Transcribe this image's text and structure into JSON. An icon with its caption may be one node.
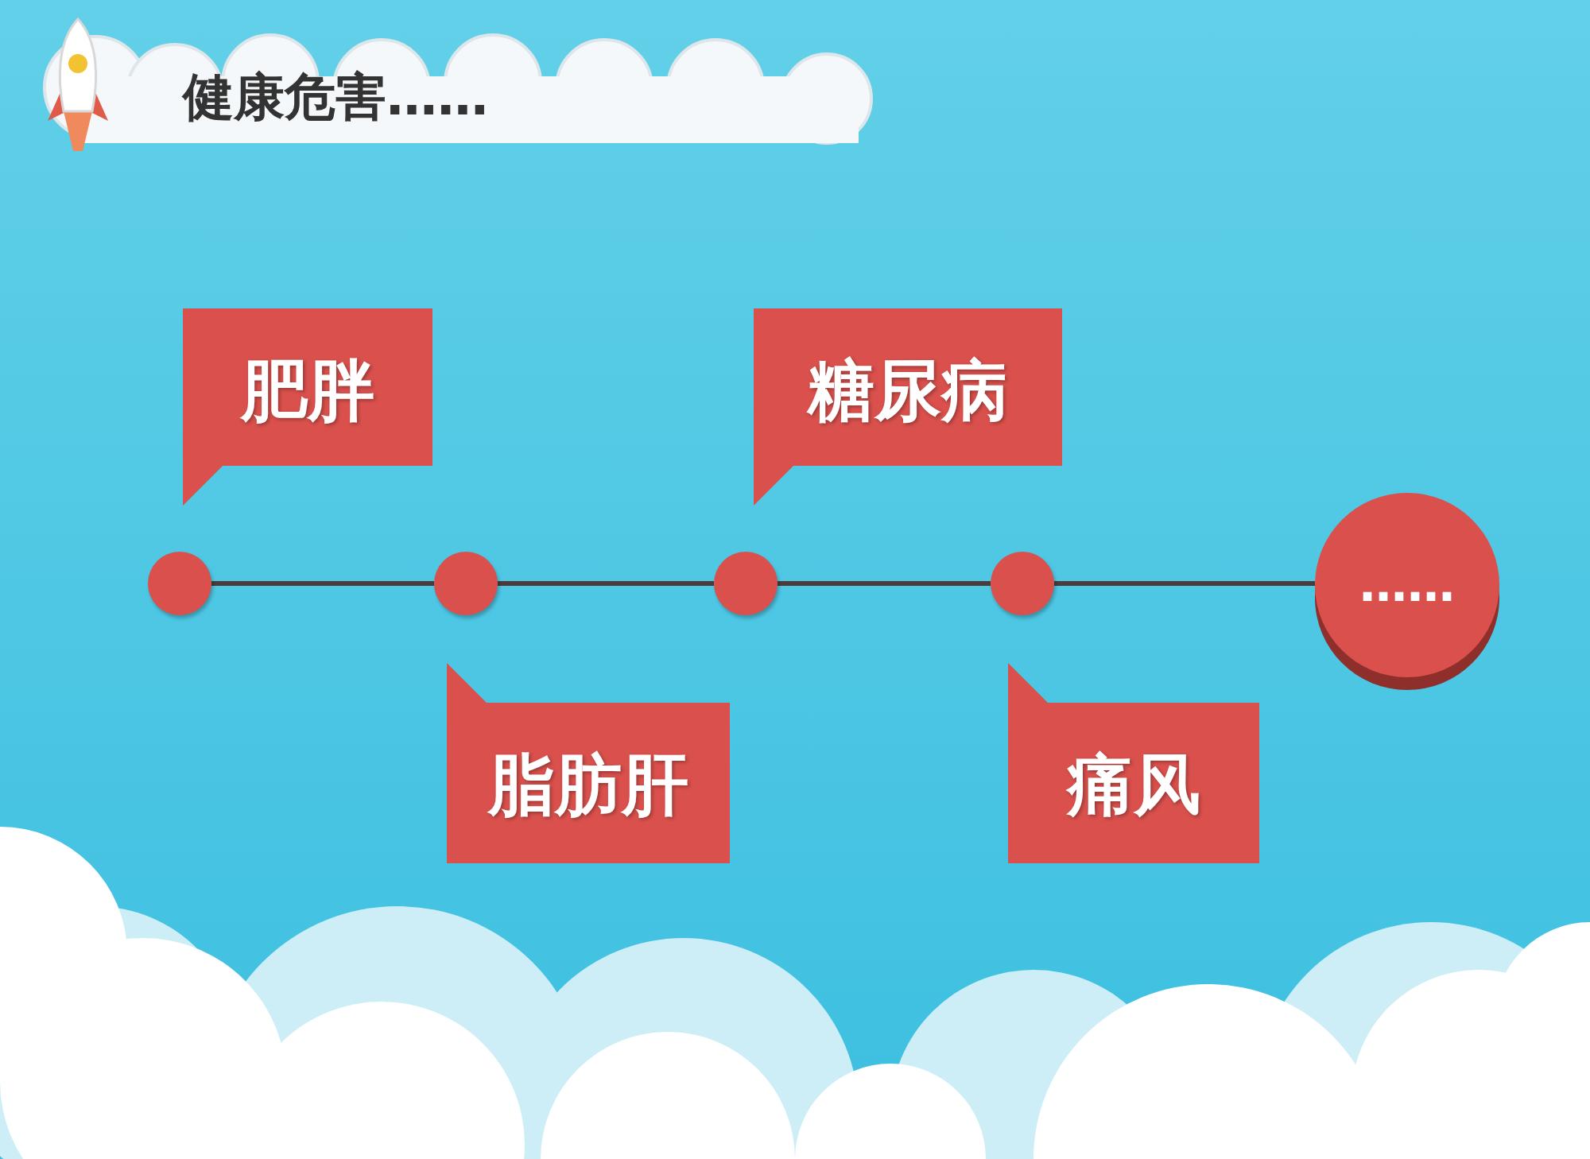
{
  "diagram": {
    "title": "健康危害……",
    "nodes": [
      {
        "text": [
          "肥胖"
        ]
      },
      {
        "text": [
          "糖尿病"
        ]
      },
      {
        "text": [],
        "shape": "circle"
      },
      {
        "text": [],
        "shape": "circle"
      },
      {
        "text": [],
        "shape": "circle"
      },
      {
        "text": [],
        "shape": "circle"
      },
      {
        "text": [
          "……"
        ]
      },
      {
        "text": [
          "脂肪肝"
        ]
      },
      {
        "text": [
          "痛风"
        ]
      }
    ],
    "edges": [
      {
        "from": 2,
        "to": 3,
        "arrow": "none"
      },
      {
        "from": 3,
        "to": 4,
        "arrow": "none"
      },
      {
        "from": 4,
        "to": 5,
        "arrow": "none"
      },
      {
        "from": 5,
        "to": 6,
        "arrow": "none"
      }
    ]
  }
}
